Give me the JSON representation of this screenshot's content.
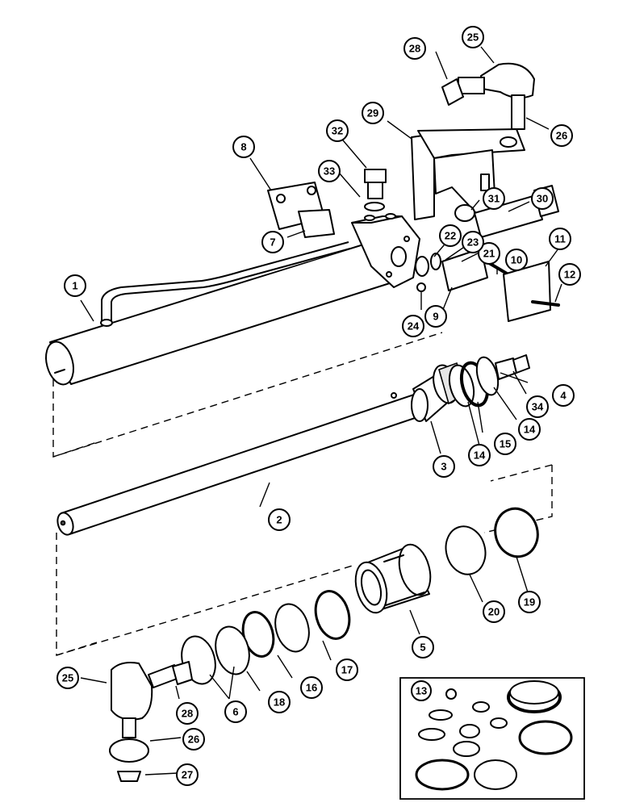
{
  "callouts": [
    "1",
    "2",
    "3",
    "4",
    "5",
    "6",
    "7",
    "8",
    "9",
    "10",
    "11",
    "12",
    "13",
    "14",
    "14",
    "15",
    "16",
    "17",
    "18",
    "19",
    "20",
    "21",
    "22",
    "23",
    "24",
    "25",
    "25",
    "26",
    "26",
    "27",
    "28",
    "28",
    "29",
    "30",
    "31",
    "32",
    "33",
    "34"
  ]
}
